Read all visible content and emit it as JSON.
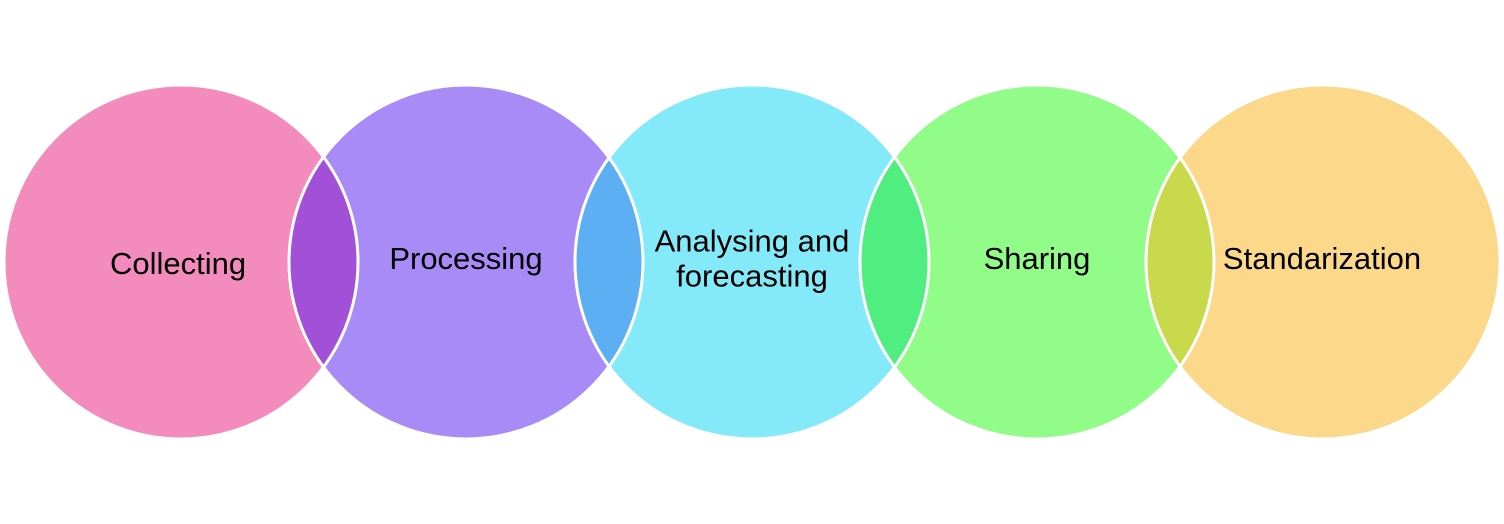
{
  "diagram": {
    "stages": [
      {
        "id": "collecting",
        "lines": [
          "Collecting"
        ],
        "color": "#F48BBD"
      },
      {
        "id": "processing",
        "lines": [
          "Processing"
        ],
        "color": "#A98BF7"
      },
      {
        "id": "analysing",
        "lines": [
          "Analysing and",
          "forecasting"
        ],
        "color": "#84EAF9"
      },
      {
        "id": "sharing",
        "lines": [
          "Sharing"
        ],
        "color": "#91FC87"
      },
      {
        "id": "standarization",
        "lines": [
          "Standarization"
        ],
        "color": "#FCD98A"
      }
    ],
    "overlap_colors": [
      "#A350D8",
      "#5DAFF4",
      "#50EE80",
      "#C8D94C"
    ],
    "stroke_color": "#FFFFFF"
  }
}
